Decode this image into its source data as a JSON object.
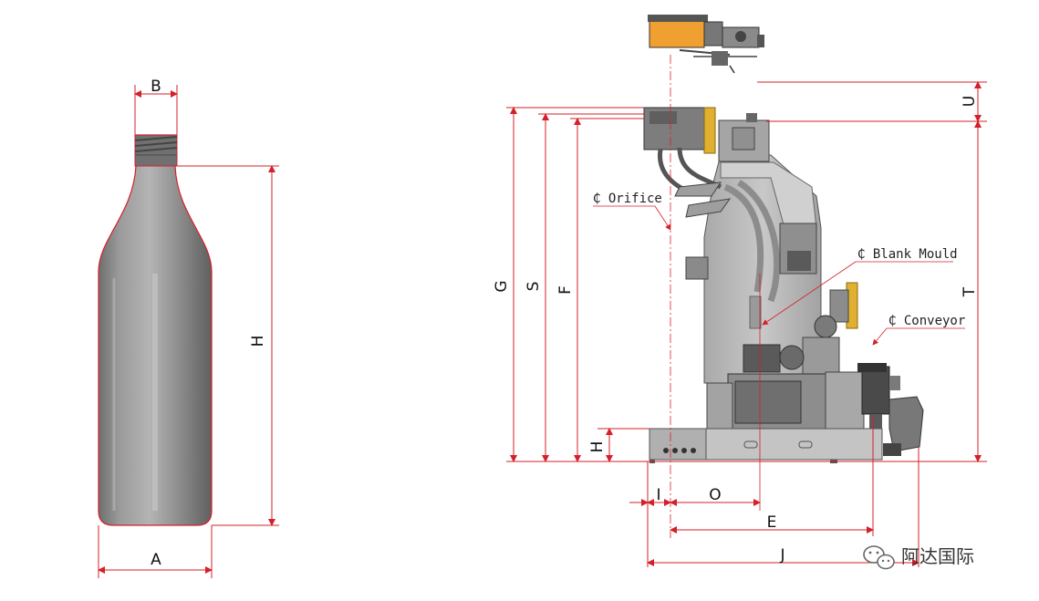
{
  "bottle_dims": {
    "B": "B",
    "H": "H",
    "A": "A"
  },
  "machine_dims": {
    "G": "G",
    "S": "S",
    "F": "F",
    "H": "H",
    "U": "U",
    "T": "T",
    "I": "I",
    "O": "O",
    "E": "E",
    "J": "J"
  },
  "callouts": {
    "orifice": "₵ Orifice",
    "blank_mould": "₵ Blank Mould",
    "conveyor": "₵ Conveyor"
  },
  "watermark": {
    "text": "阿达国际"
  },
  "colors": {
    "dimension": "#d4202a",
    "machine": "#b9b9b9",
    "feeder": "#f0a030",
    "guard": "#e0b030"
  }
}
